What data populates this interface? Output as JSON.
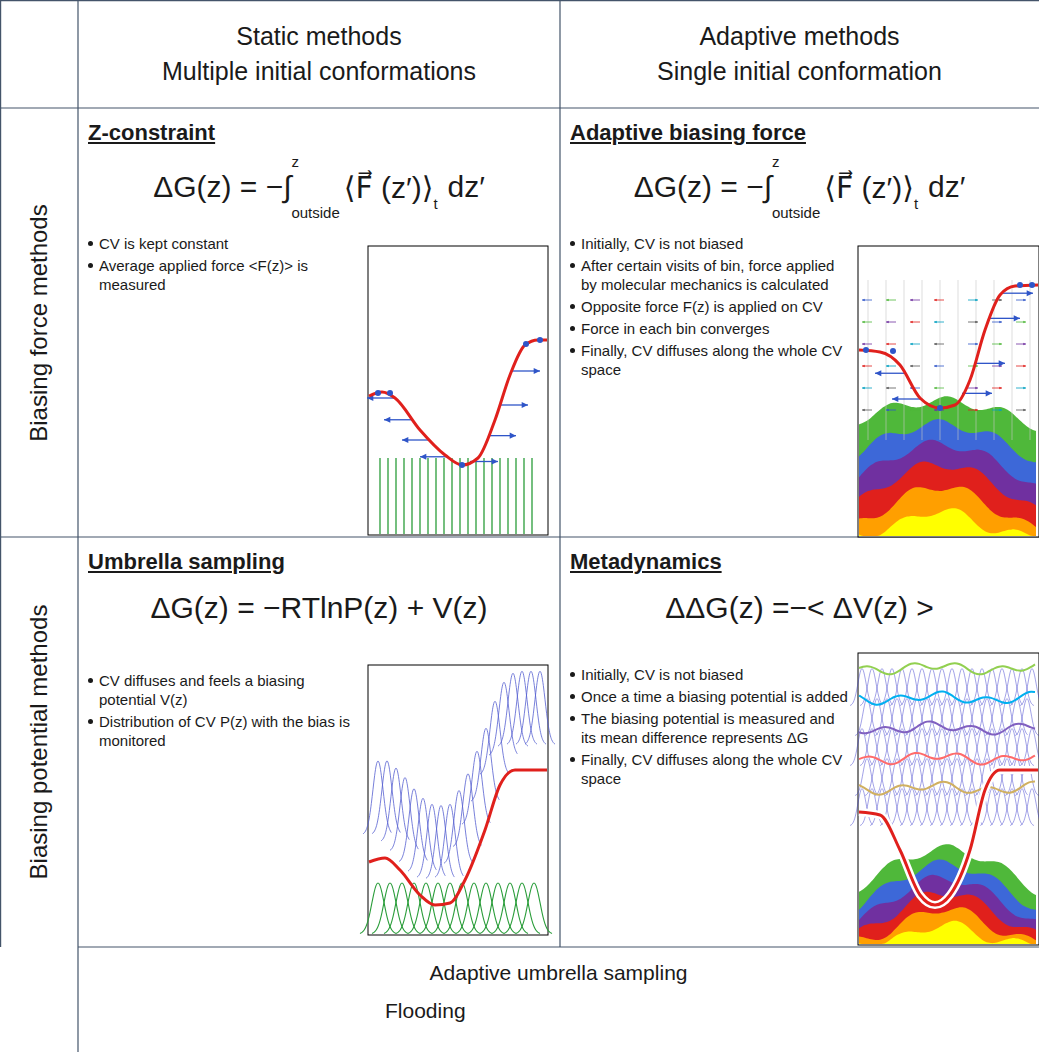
{
  "diagram": {
    "nodes": [
      {
        "text": [
          "Static methods",
          "Multiple initial conformations"
        ]
      },
      {
        "text": [
          "Adaptive methods",
          "Single initial conformation"
        ]
      },
      {
        "text": [
          "Biasing force methods"
        ]
      },
      {
        "text": [
          "Z-constraint",
          "ΔG(z) = −∫",
          "z",
          "outside",
          "⟨F⃗ (z′)⟩",
          "t",
          "dz′",
          "CV is kept constant",
          "Average applied force <F(z)> is measured"
        ]
      },
      {
        "text": [
          "Adaptive biasing force",
          "ΔG(z) = −∫",
          "z",
          "outside",
          "⟨F⃗ (z′)⟩",
          "t",
          "dz′",
          "Initially, CV is not biased",
          "After certain visits of bin, force applied by molecular mechanics is calculated",
          "Opposite force F(z) is applied on CV",
          "Force in each bin converges",
          "Finally, CV diffuses along the whole CV space"
        ]
      },
      {
        "text": [
          "Biasing potential methods"
        ]
      },
      {
        "text": [
          "Umbrella sampling",
          "ΔG(z) = −RTlnP(z) + V(z)",
          "CV diffuses and feels a biasing potential V(z)",
          "Distribution of CV P(z) with the bias is monitored"
        ]
      },
      {
        "text": [
          "Metadynamics",
          "ΔΔG(z) =−< ΔV(z) >",
          "Initially, CV is not biased",
          "Once a time a biasing potential is added",
          "The biasing potential is measured and its mean difference represents ΔG",
          "Finally, CV diffuses along the whole CV space"
        ]
      },
      {
        "text": [
          "Adaptive umbrella sampling",
          "Flooding"
        ]
      }
    ]
  }
}
